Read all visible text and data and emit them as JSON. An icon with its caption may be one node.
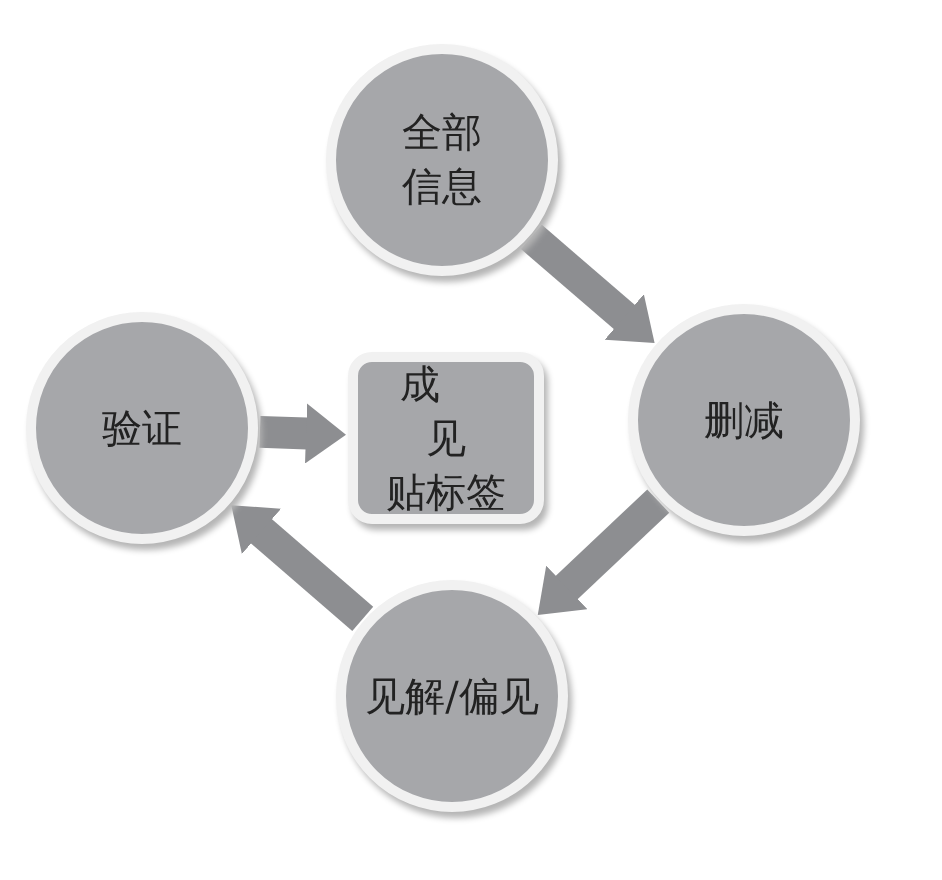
{
  "diagram": {
    "nodes": [
      {
        "text": [
          "全部信息"
        ]
      },
      {
        "text": [
          "删减"
        ]
      },
      {
        "text": [
          "见解/偏见"
        ]
      },
      {
        "text": [
          "验证"
        ]
      },
      {
        "text": [
          "成见贴标签"
        ]
      }
    ],
    "edges": [
      {
        "from": 0,
        "to": 1,
        "arrow": "to"
      },
      {
        "from": 1,
        "to": 2,
        "arrow": "to"
      },
      {
        "from": 2,
        "to": 3,
        "arrow": "to"
      },
      {
        "from": 3,
        "to": 4,
        "arrow": "to"
      }
    ]
  }
}
